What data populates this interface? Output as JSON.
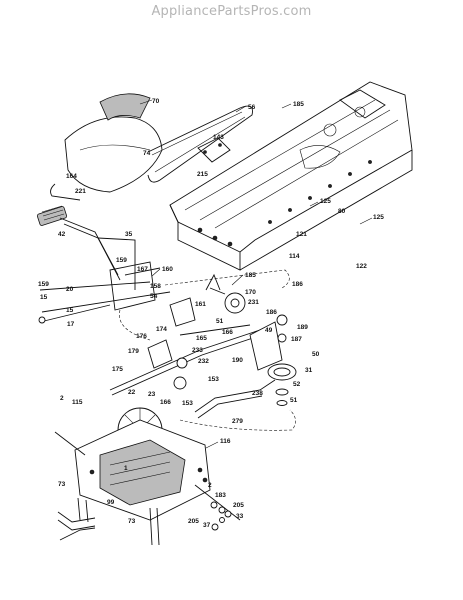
{
  "watermark": "AppliancePartsPros.com",
  "callouts": {
    "c70": "70",
    "c56": "56",
    "c185a": "185",
    "c143": "143",
    "c74": "74",
    "c215": "215",
    "c164": "164",
    "c221": "221",
    "c42": "42",
    "c35": "35",
    "c125a": "125",
    "c80": "80",
    "c125b": "125",
    "c121": "121",
    "c114": "114",
    "c122": "122",
    "c159": "159",
    "c167": "167",
    "c160": "160",
    "c185b": "185",
    "c170": "170",
    "c158": "158",
    "c54": "54",
    "c231": "231",
    "c186": "186",
    "c15a": "15",
    "c15b": "15",
    "c20": "20",
    "c17": "17",
    "c161": "161",
    "c51a": "51",
    "c49": "49",
    "c189": "189",
    "c166a": "166",
    "c187": "187",
    "c165": "165",
    "c174": "174",
    "c50": "50",
    "c176": "176",
    "c190": "190",
    "c233": "233",
    "c179": "179",
    "c232": "232",
    "c52": "52",
    "c31": "31",
    "c175": "175",
    "c153a": "153",
    "c22": "22",
    "c23": "23",
    "c166b": "166",
    "c238": "238",
    "c51b": "51",
    "c2a": "2",
    "c115": "115",
    "c153b": "153",
    "c279": "279",
    "c116": "116",
    "c1": "1",
    "c73a": "73",
    "c99": "99",
    "c2b": "2",
    "c183": "183",
    "c205a": "205",
    "c33": "33",
    "c73b": "73",
    "c205b": "205",
    "c37": "37"
  }
}
